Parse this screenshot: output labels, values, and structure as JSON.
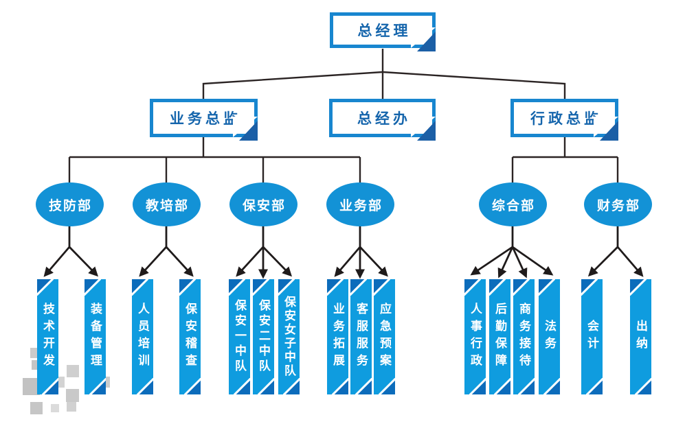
{
  "diagram": {
    "type": "org-chart",
    "root": {
      "label": "总经理"
    },
    "level2": [
      {
        "label": "业务总监"
      },
      {
        "label": "总经办"
      },
      {
        "label": "行政总监"
      }
    ],
    "departments": [
      {
        "label": "技防部",
        "children": [
          "技术开发",
          "装备管理"
        ]
      },
      {
        "label": "教培部",
        "children": [
          "人员培训",
          "保安稽查"
        ]
      },
      {
        "label": "保安部",
        "children": [
          "保安一中队",
          "保安二中队",
          "保安女子中队"
        ]
      },
      {
        "label": "业务部",
        "children": [
          "业务拓展",
          "客服服务",
          "应急预案"
        ]
      },
      {
        "label": "综合部",
        "children": [
          "人事行政",
          "后勤保障",
          "商务接待",
          "法务"
        ]
      },
      {
        "label": "财务部",
        "children": [
          "会计",
          "出纳"
        ]
      }
    ],
    "colors": {
      "ellipse_fill": "#1392d6",
      "banner_fill": "#0f9cdf",
      "banner_corner": "#0c6cbb",
      "box_border": "#1886cf",
      "box_text": "#1565ac",
      "fold": "#1b5fa6",
      "connector_line": "#2b2424",
      "arrow": "#1f1b1b",
      "decor_gray": "#c9c9c9"
    }
  }
}
